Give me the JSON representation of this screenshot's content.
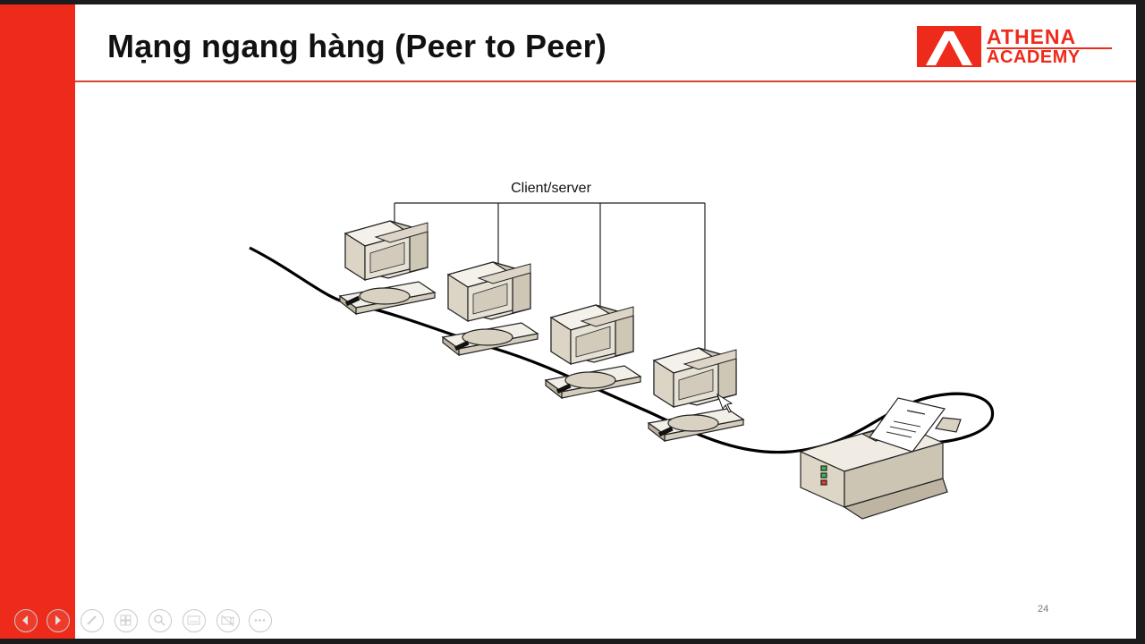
{
  "slide": {
    "title": "Mạng ngang hàng (Peer to Peer)",
    "page_number": "24"
  },
  "logo": {
    "line1": "ATHENA",
    "line2": "ACADEMY"
  },
  "diagram": {
    "label": "Client/server",
    "nodes": [
      "computer",
      "computer",
      "computer",
      "computer",
      "printer"
    ]
  },
  "controls": [
    "previous-slide",
    "next-slide",
    "pen",
    "slides",
    "zoom",
    "subtitles",
    "camera",
    "more"
  ],
  "colors": {
    "accent": "#ee2b1b",
    "device": "#e3ddd0",
    "cable": "#000000"
  }
}
